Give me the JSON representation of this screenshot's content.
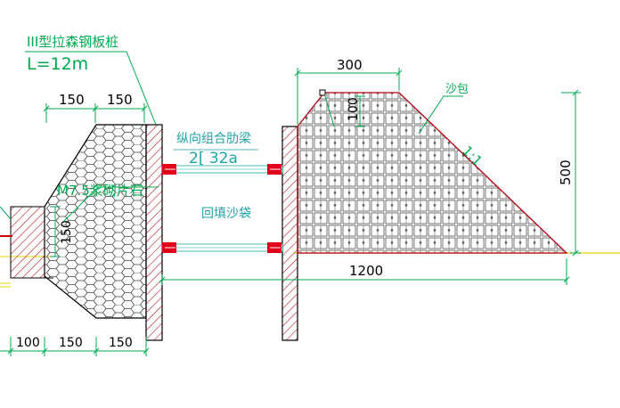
{
  "colors": {
    "dimension_green": "#00a94f",
    "leader_green": "#00a94f",
    "cyan_text": "#1fa3a3",
    "beam_red": "#e0001b",
    "hatch_red": "#b00012",
    "ground_yellow": "#e8d500",
    "hex_mesh": "#444444",
    "sandbag_grid": "#555555"
  },
  "labels": {
    "sheet_pile_type": "III型拉森钢板桩",
    "sheet_pile_length": "L=12m",
    "beam_name": "纵向组合肋梁",
    "beam_spec": "2[ 32a",
    "masonry": "M7.5浆砌片石",
    "backfill": "回填沙袋",
    "sandbag": "沙包",
    "slope": "1:1"
  },
  "dimensions": {
    "top_left_a": "150",
    "top_left_b": "150",
    "top_right": "300",
    "sandbag_inset": "100",
    "height_right": "500",
    "span": "1200",
    "masonry_height": "150",
    "bottom_a": "100",
    "bottom_b": "150",
    "bottom_c": "150"
  },
  "icons": {
    "section_marker": "small-square-marker"
  }
}
